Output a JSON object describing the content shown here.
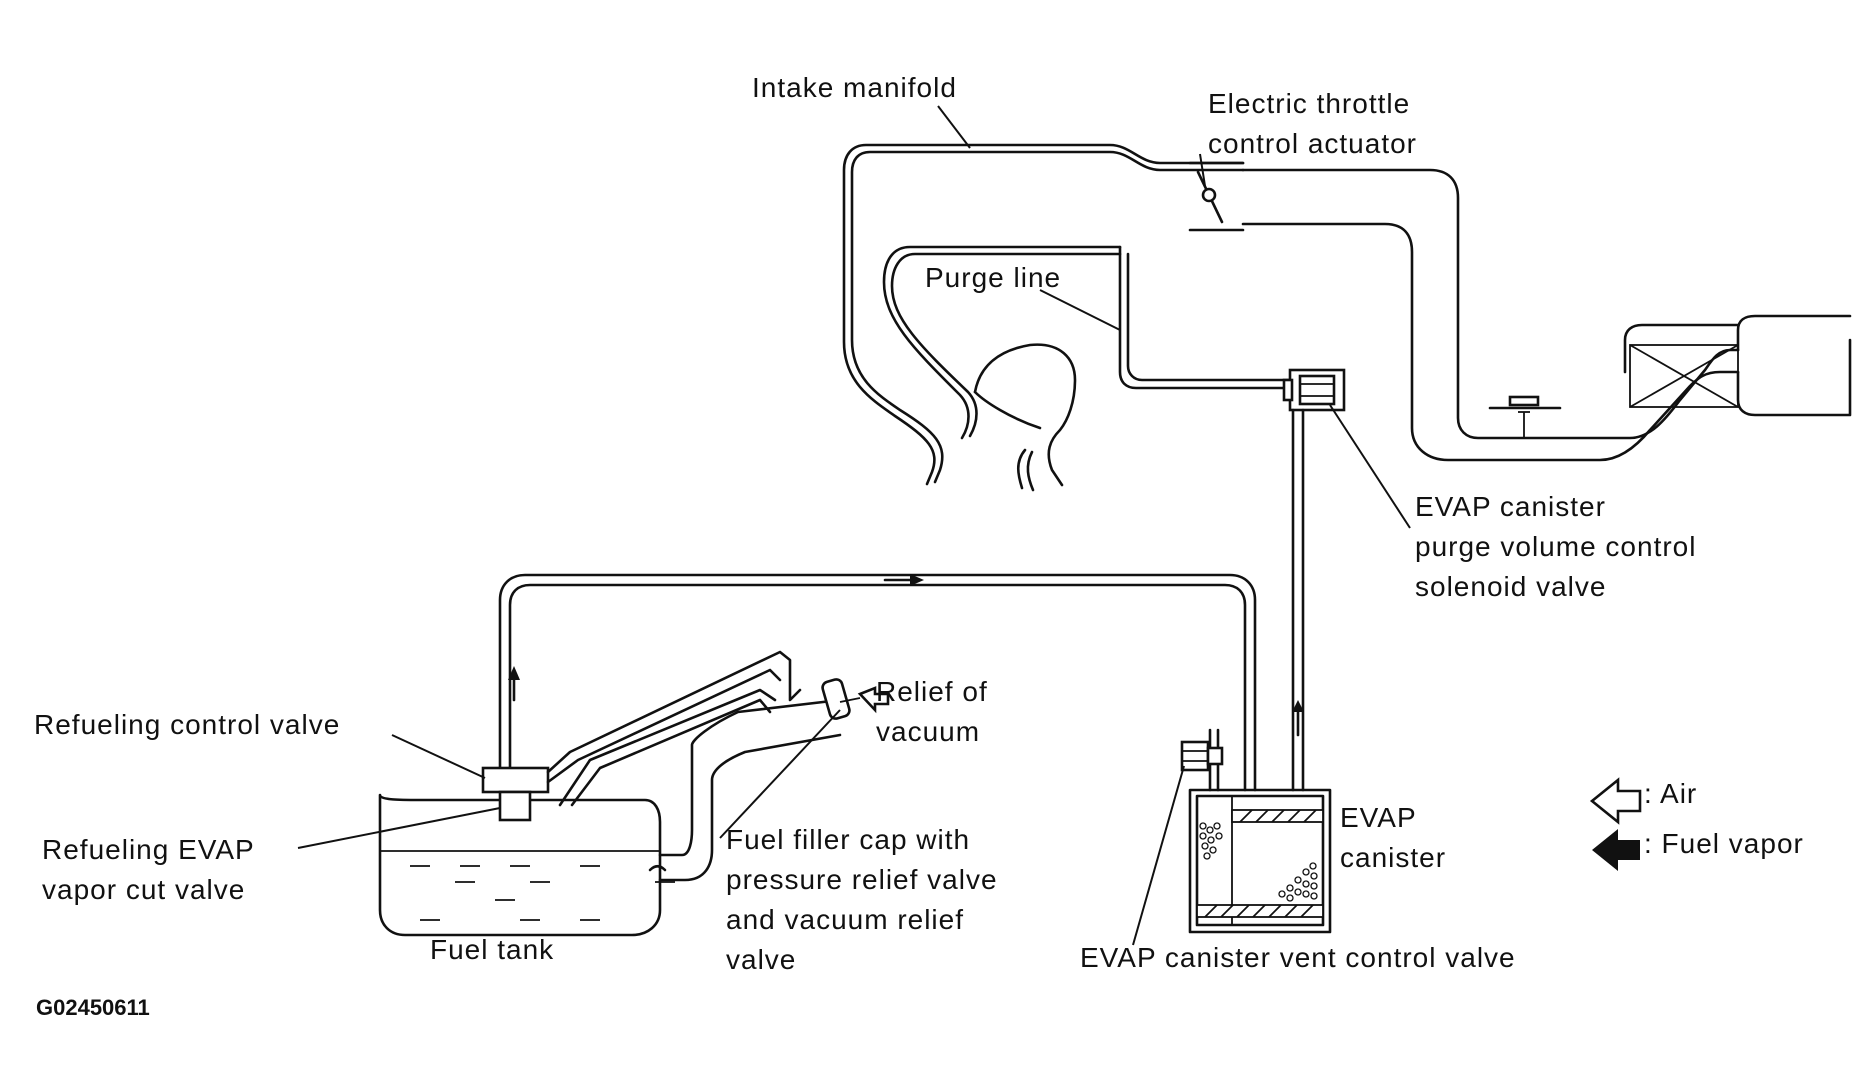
{
  "labels": {
    "intake_manifold": "Intake manifold",
    "throttle_actuator": [
      "Electric throttle",
      "control actuator"
    ],
    "purge_line": "Purge line",
    "purge_valve": [
      "EVAP canister",
      "purge volume control",
      "solenoid valve"
    ],
    "relief_of_vacuum": [
      "Relief of",
      "vacuum"
    ],
    "refueling_control_valve": "Refueling control valve",
    "refueling_vapor_cut_valve": [
      "Refueling EVAP",
      "vapor cut valve"
    ],
    "fuel_filler_cap": [
      "Fuel filler cap with",
      "pressure relief valve",
      "and vacuum relief",
      "valve"
    ],
    "fuel_tank": "Fuel tank",
    "evap_canister": [
      "EVAP",
      "canister"
    ],
    "vent_control_valve": "EVAP canister vent control valve",
    "figure_code": "G02450611"
  },
  "legend": {
    "air": ": Air",
    "fuel_vapor": ": Fuel vapor"
  },
  "colors": {
    "ink": "#111111",
    "paper": "#ffffff"
  }
}
